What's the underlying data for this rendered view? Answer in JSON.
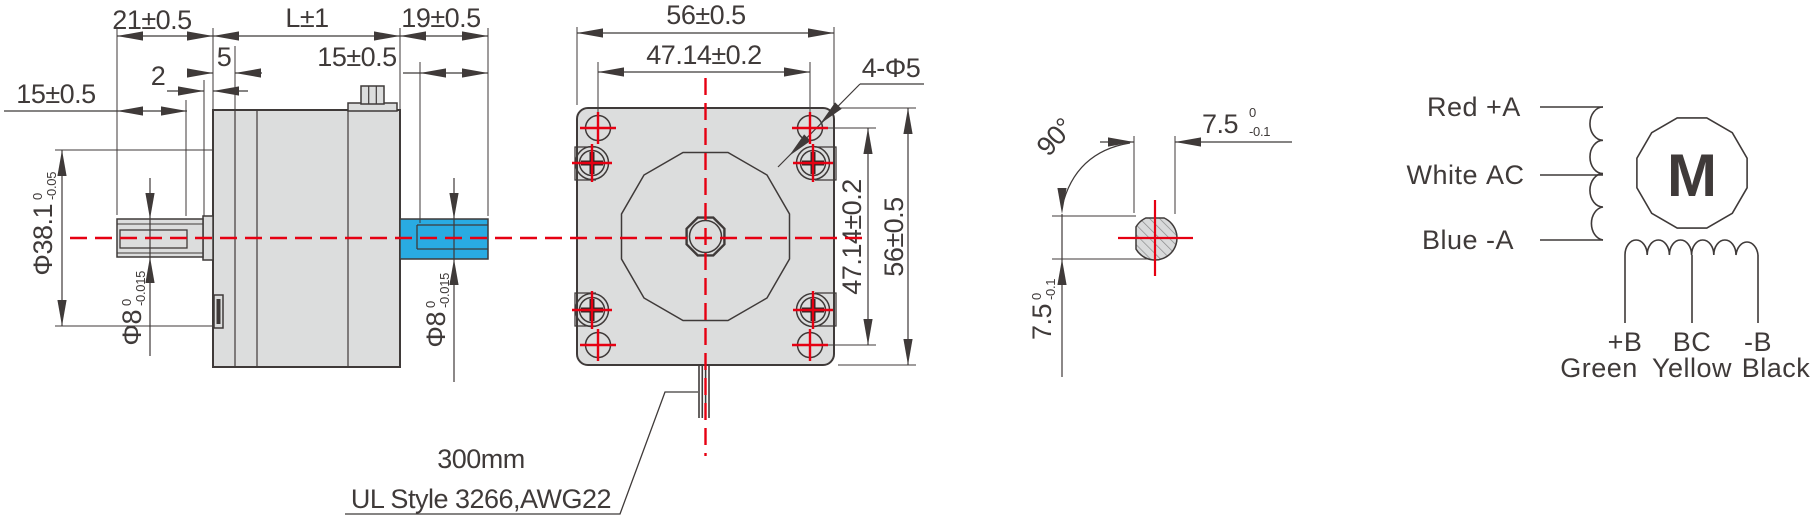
{
  "drawing": {
    "colors": {
      "outline": "#3f3a39",
      "body_fill": "#dcdddd",
      "accent_red": "#e60012",
      "accent_blue": "#29abe2",
      "hatch": "#8a8b8c"
    },
    "side_view": {
      "dim_shaft_extension": "21±0.5",
      "dim_body_length": "L±1",
      "dim_rear_shaft": "19±0.5",
      "dim_flange_thickness": "5",
      "dim_rear_flat": "15±0.5",
      "dim_boss_protrusion": "2",
      "dim_front_flat": "15±0.5",
      "dim_pilot_dia": {
        "value": "Φ38.1",
        "tol_sup": "0",
        "tol_sub": "-0.05"
      },
      "dim_front_shaft_dia": {
        "value": "Φ8",
        "tol_sup": "0",
        "tol_sub": "-0.015"
      },
      "dim_rear_shaft_dia": {
        "value": "Φ8",
        "tol_sup": "0",
        "tol_sub": "-0.015"
      }
    },
    "front_view": {
      "dim_width": "56±0.5",
      "dim_hole_pitch_h": "47.14±0.2",
      "label_mounting_holes": "4-Φ5",
      "dim_hole_pitch_v": "47.14±0.2",
      "dim_height": "56±0.5",
      "cable_note_line1": "300mm",
      "cable_note_line2": "UL Style 3266,AWG22"
    },
    "shaft_section": {
      "dim_angle": "90°",
      "dim_across_flat_h": {
        "value": "7.5",
        "tol_sup": "0",
        "tol_sub": "-0.1"
      },
      "dim_across_flat_v": {
        "value": "7.5",
        "tol_sup": "0",
        "tol_sub": "-0.1"
      }
    },
    "wiring": {
      "motor_symbol": "M",
      "phase_a": [
        {
          "color": "Red",
          "terminal": "+A"
        },
        {
          "color": "White",
          "terminal": "AC"
        },
        {
          "color": "Blue",
          "terminal": "-A"
        }
      ],
      "phase_b": [
        {
          "terminal": "+B",
          "color": "Green"
        },
        {
          "terminal": "BC",
          "color": "Yellow"
        },
        {
          "terminal": "-B",
          "color": "Black"
        }
      ]
    }
  }
}
